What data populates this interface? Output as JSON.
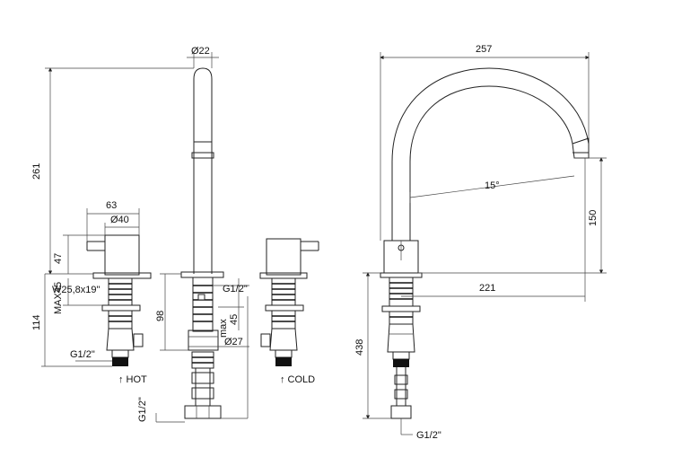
{
  "left_view": {
    "dims": {
      "d_spout": "Ø22",
      "h_total": "261",
      "w_handle": "63",
      "d_handle": "Ø40",
      "h_handle": "47",
      "max_deck": "MAX45",
      "nut": "W25,8x19\"",
      "h_lower": "114",
      "g_hot": "G1/2\"",
      "g_center_top": "G1/2\"",
      "h_98": "98",
      "max45": "max",
      "max45_val": "45",
      "d_27": "Ø27",
      "g_bottom": "G1/2\""
    },
    "labels": {
      "hot": "↑ HOT",
      "cold": "↑ COLD"
    }
  },
  "right_view": {
    "dims": {
      "reach": "257",
      "angle": "15°",
      "h_150": "150",
      "w_221": "221",
      "h_438": "438",
      "g_bottom": "G1/2\""
    }
  }
}
